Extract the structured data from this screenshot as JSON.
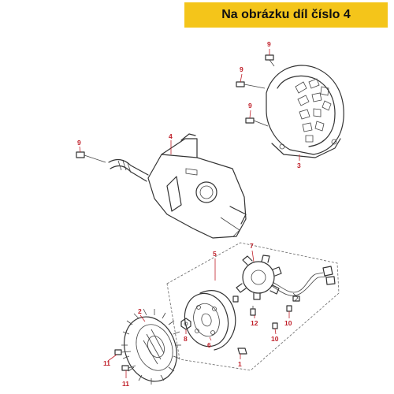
{
  "header": {
    "title": "Na obrázku díl číslo 4"
  },
  "callouts": {
    "p1": "1",
    "p2": "2",
    "p3": "3",
    "p4": "4",
    "p5": "5",
    "p6": "6",
    "p7": "7",
    "p8": "8",
    "p9a": "9",
    "p9b": "9",
    "p9c": "9",
    "p9d": "9",
    "p10a": "10",
    "p10b": "10",
    "p11a": "11",
    "p11b": "11",
    "p12": "12"
  },
  "colors": {
    "banner": "#f4c51a",
    "callout": "#c0202a",
    "ink": "#333333"
  }
}
